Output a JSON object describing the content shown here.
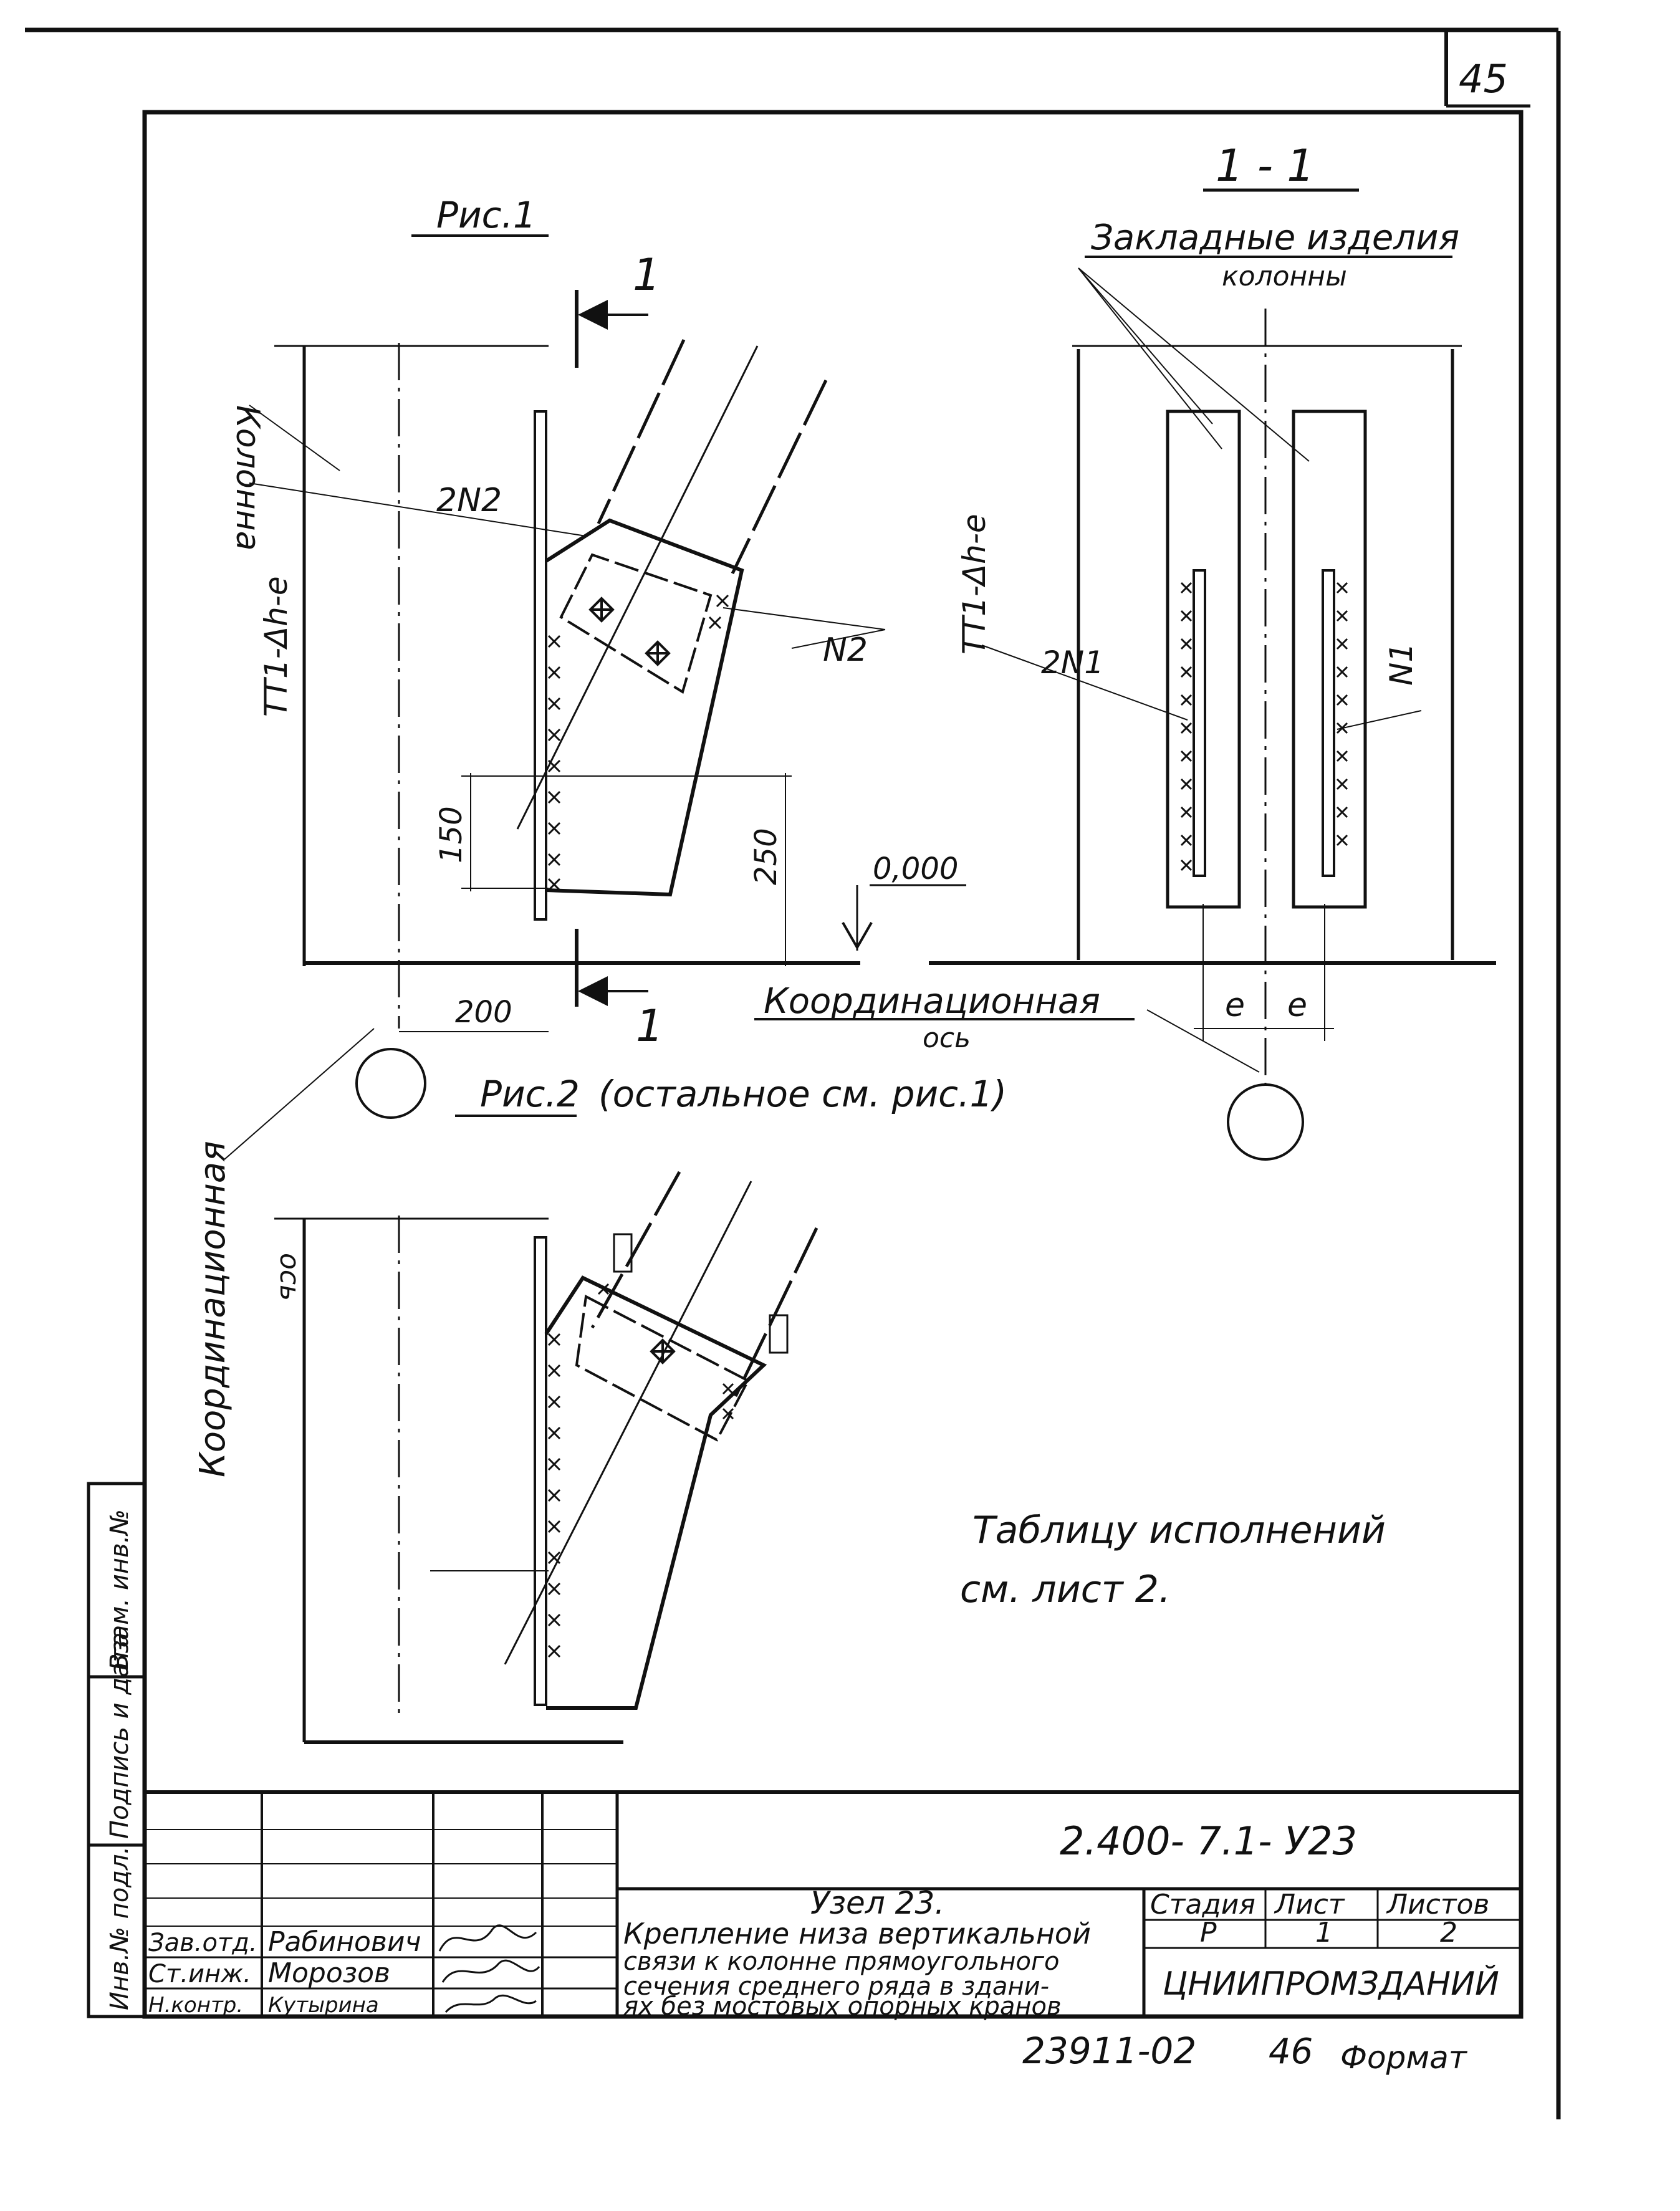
{
  "sheet": {
    "page_number": "45",
    "bottom_archive": "23911-02",
    "bottom_archive_page": "46",
    "format_label": "Формат"
  },
  "fig1": {
    "title": "Рис.1",
    "section_mark": "1",
    "column_label": "Колонна",
    "elevation_label": "ТТ1-Δh-е",
    "part_2n2": "2N2",
    "part_n2": "N2",
    "dim_150": "150",
    "dim_250": "250",
    "dim_200": "200",
    "level_mark": "0,000",
    "axis_label": "Координационная",
    "axis_label_2": "ось"
  },
  "section11": {
    "title": "1 - 1",
    "embedded_label": "Закладные изделия",
    "embedded_label_2": "колонны",
    "elevation_label": "ТТ1-Δh-е",
    "part_2n1": "2N1",
    "part_n1": "N1",
    "dim_e1": "е",
    "dim_e2": "е"
  },
  "fig2": {
    "title": "Рис.2",
    "note": "(остальное см. рис.1)",
    "axis_label": "Координационная",
    "axis_label_2": "ось"
  },
  "table_note": {
    "line1": "Таблицу исполнений",
    "line2": "см. лист 2."
  },
  "side_stamp": {
    "cell1": "Взам. инв.№",
    "cell2": "Подпись и дата",
    "cell3": "Инв.№ подл."
  },
  "title_block": {
    "document_code": "2.400- 7.1- У23",
    "node_title": "Узел 23.",
    "desc_line1": "Крепление низа вертикальной",
    "desc_line2": "связи к колонне прямоугольного",
    "desc_line3": "сечения среднего ряда в здани-",
    "desc_line4": "ях без мостовых опорных кранов",
    "stage_header": "Стадия",
    "sheet_header": "Лист",
    "sheets_header": "Листов",
    "stage_value": "Р",
    "sheet_value": "1",
    "sheets_value": "2",
    "organization": "ЦНИИПРОМЗДАНИЙ",
    "roles": [
      {
        "role": "Зав.отд.",
        "name": "Рабинович"
      },
      {
        "role": "Ст.инж.",
        "name": "Морозов"
      },
      {
        "role": "Н.контр.",
        "name": "Кутырина"
      }
    ]
  }
}
